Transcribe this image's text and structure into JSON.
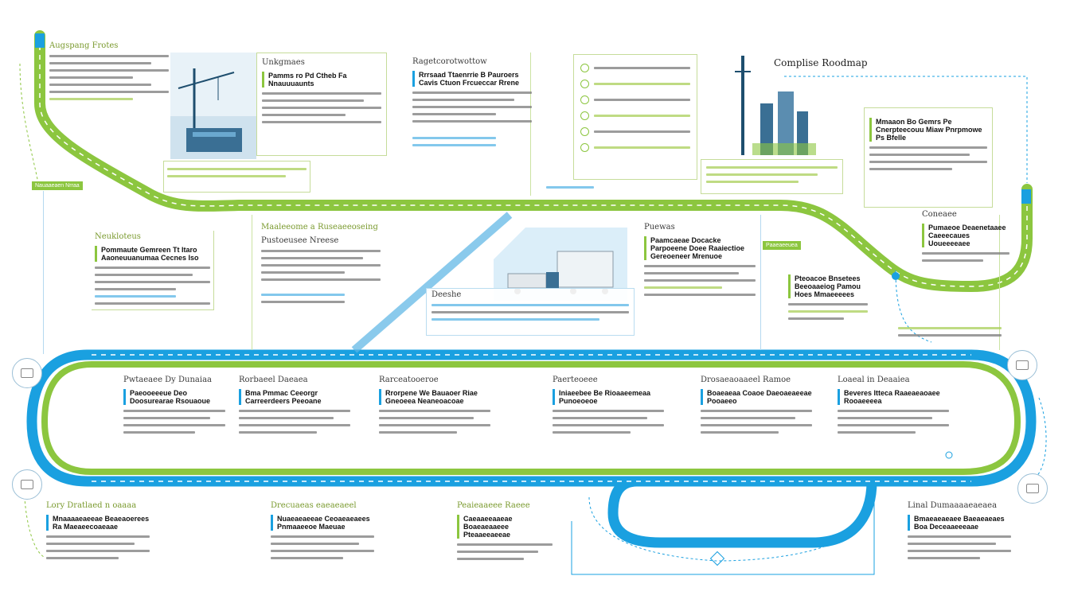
{
  "title": "Complise Roodmap",
  "colors": {
    "green": "#8cc63f",
    "blue": "#1aa0e0",
    "light_blue": "#59b5e5"
  },
  "top_row": {
    "p1_title": "Augspang Frotes",
    "p2_title": "Unkgmaes",
    "p2_head": "Pamms ro Pd Ctheb Fa Nnauuuaunts",
    "p3_title": "Ragetcorotwottow",
    "p3_head": "Rrrsaad Ttaenrrie B Pauroers Cavis Ctuon Frcueccar Rrene",
    "p4_title": "",
    "p5_head": "Mmaaon Bo Gemrs Pe Cnerpteecouu Miaw Pnrpmowe Ps Bfelle"
  },
  "middle_row": {
    "m1_title": "Neukloteus",
    "m1_head": "Pommaute Gemreen Tt Itaro Aaoneuuanumaa Cecnes Iso",
    "m2_title": "Maaleeome a Ruseaeeoseing",
    "m2_sub": "Pustoeusee Nreese",
    "m3_title": "Deeshe",
    "m4_title": "Puewas",
    "m4_head": "Paamcaeae Docacke Parpoeene Doee Raaiectioe Gereoeneer Mrenuoe",
    "m5_head": "Pteoacoe Bnsetees Beeoaaeiog Pamou Hoes Mmaeeeees",
    "m6_title": "Coneaee",
    "m6_head": "Pumaeoe Deaenetaaee Caeeecaues Uoueeeeaee"
  },
  "loop": {
    "s1_title": "Pwtaeaee Dy Dunaiaa",
    "s1_head": "Paeooeeeue Deo Doosurearae Rsouaoue",
    "s2_title": "Rorbaeel Daeaea",
    "s2_head": "Bma Pmmac Ceeorgr Carreerdeers Peeoane",
    "s3_title": "Rarceatooeroe",
    "s3_head": "Rrorpene We Bauaoer Riae Gneoeea Neaneoacoae",
    "s4_title": "Paerteoeee",
    "s4_head": "Iniaeebee Be Rioaaeemeaa Punoeoeoe",
    "s5_title": "Drosaeaoaaeel Ramoe",
    "s5_head": "Boaeaeaa Coaoe Daeoaeaeeae Pooaeeo",
    "s6_title": "Loaeal in Deaaiea",
    "s6_head": "Beveres Itteca Raaeaeaoaee Rooaeeeea"
  },
  "bottom_row": {
    "b1_title": "Lory Dratlaed n oaaaa",
    "b1_head": "Mnaaaaeaeeae Beaeaoerees Ra Maeaeecoaeaae",
    "b2_title": "Drecuaeas eaeaeaeel",
    "b2_head": "Nuaeaeaeeae Ceoaeaeaees Pnmaaeeoe Maeuae",
    "b3_title": "Peaieaaeee Raeee",
    "b3_head": "Caeaaeeaaeae Boaeaeaaeee Pteaaeeaeeae",
    "b4_title": "Linal Dumaaaaeaeaea",
    "b4_head": "Bmaeaeaeaee Baeaeaeaes Boa Deceaaeeeaae"
  },
  "badges": {
    "left": "Nauaaeaen Nrraa",
    "right": "Paaeaeeuea"
  }
}
